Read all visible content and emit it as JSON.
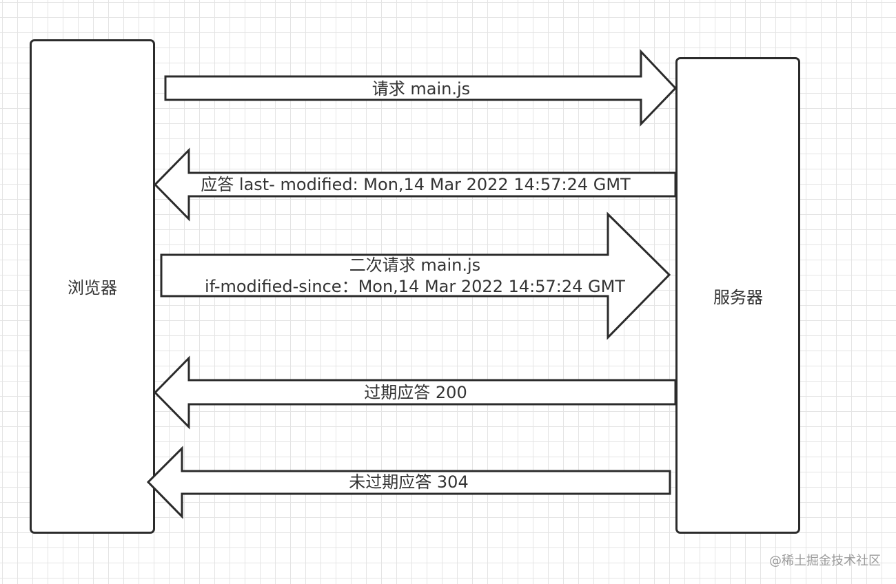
{
  "nodes": {
    "browser": "浏览器",
    "server": "服务器"
  },
  "messages": {
    "request_first": "请求 main.js",
    "response_first": "应答 last- modified: Mon,14 Mar 2022 14:57:24 GMT",
    "request_second_line1": "二次请求 main.js",
    "request_second_line2": "if-modified-since：Mon,14 Mar 2022 14:57:24 GMT",
    "response_expired": "过期应答 200",
    "response_not_expired": "未过期应答 304"
  },
  "watermark": "@稀土掘金技术社区",
  "colors": {
    "stroke": "#2b2b2b",
    "text": "#333333",
    "grid": "#e4e4e4",
    "watermark": "#9a9a9a"
  }
}
